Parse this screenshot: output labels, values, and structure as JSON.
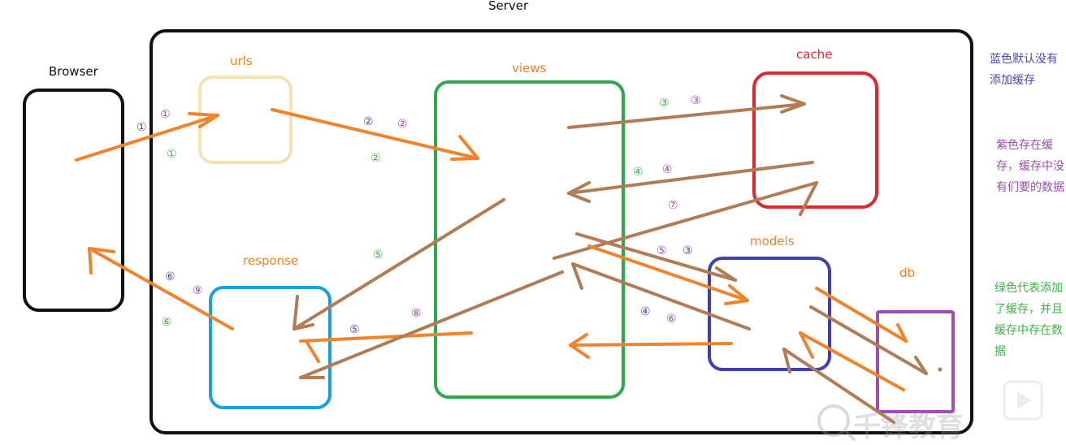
{
  "title": "Server",
  "colors": {
    "orange": "#f0842c",
    "brown": "#b07d56",
    "blue_num": "#4a4aa8",
    "purple_num": "#9b4fae",
    "green_num": "#3fb24a"
  },
  "components": {
    "browser": "Browser",
    "urls": "urls",
    "views": "views",
    "cache": "cache",
    "response": "response",
    "models": "models",
    "db": "db"
  },
  "step_markers": [
    {
      "id": "blue-1",
      "text": "①",
      "color": "blue"
    },
    {
      "id": "purple-1",
      "text": "①",
      "color": "purple"
    },
    {
      "id": "green-1",
      "text": "①",
      "color": "green"
    },
    {
      "id": "blue-2",
      "text": "②",
      "color": "blue"
    },
    {
      "id": "purple-2",
      "text": "②",
      "color": "purple"
    },
    {
      "id": "green-2",
      "text": "②",
      "color": "green"
    },
    {
      "id": "green-3",
      "text": "③",
      "color": "green"
    },
    {
      "id": "purple-3",
      "text": "③",
      "color": "purple"
    },
    {
      "id": "green-4",
      "text": "④",
      "color": "green"
    },
    {
      "id": "purple-4",
      "text": "④",
      "color": "purple"
    },
    {
      "id": "purple-7",
      "text": "⑦",
      "color": "purple"
    },
    {
      "id": "purple-5",
      "text": "⑤",
      "color": "purple"
    },
    {
      "id": "blue-3",
      "text": "③",
      "color": "blue"
    },
    {
      "id": "green-5",
      "text": "⑤",
      "color": "green"
    },
    {
      "id": "blue-6",
      "text": "⑥",
      "color": "blue"
    },
    {
      "id": "purple-9",
      "text": "⑨",
      "color": "purple"
    },
    {
      "id": "green-6",
      "text": "⑥",
      "color": "green"
    },
    {
      "id": "purple-8",
      "text": "⑧",
      "color": "purple"
    },
    {
      "id": "blue-5",
      "text": "⑤",
      "color": "blue"
    },
    {
      "id": "blue-4",
      "text": "④",
      "color": "blue"
    },
    {
      "id": "purple-6",
      "text": "⑥",
      "color": "purple"
    }
  ],
  "legend": {
    "blue": "蓝色默认没有添加缓存",
    "purple": "紫色存在缓存，缓存中没有们要的数据",
    "green": "绿色代表添加了缓存，并且缓存中存在数据"
  },
  "watermark": "千锋教育"
}
